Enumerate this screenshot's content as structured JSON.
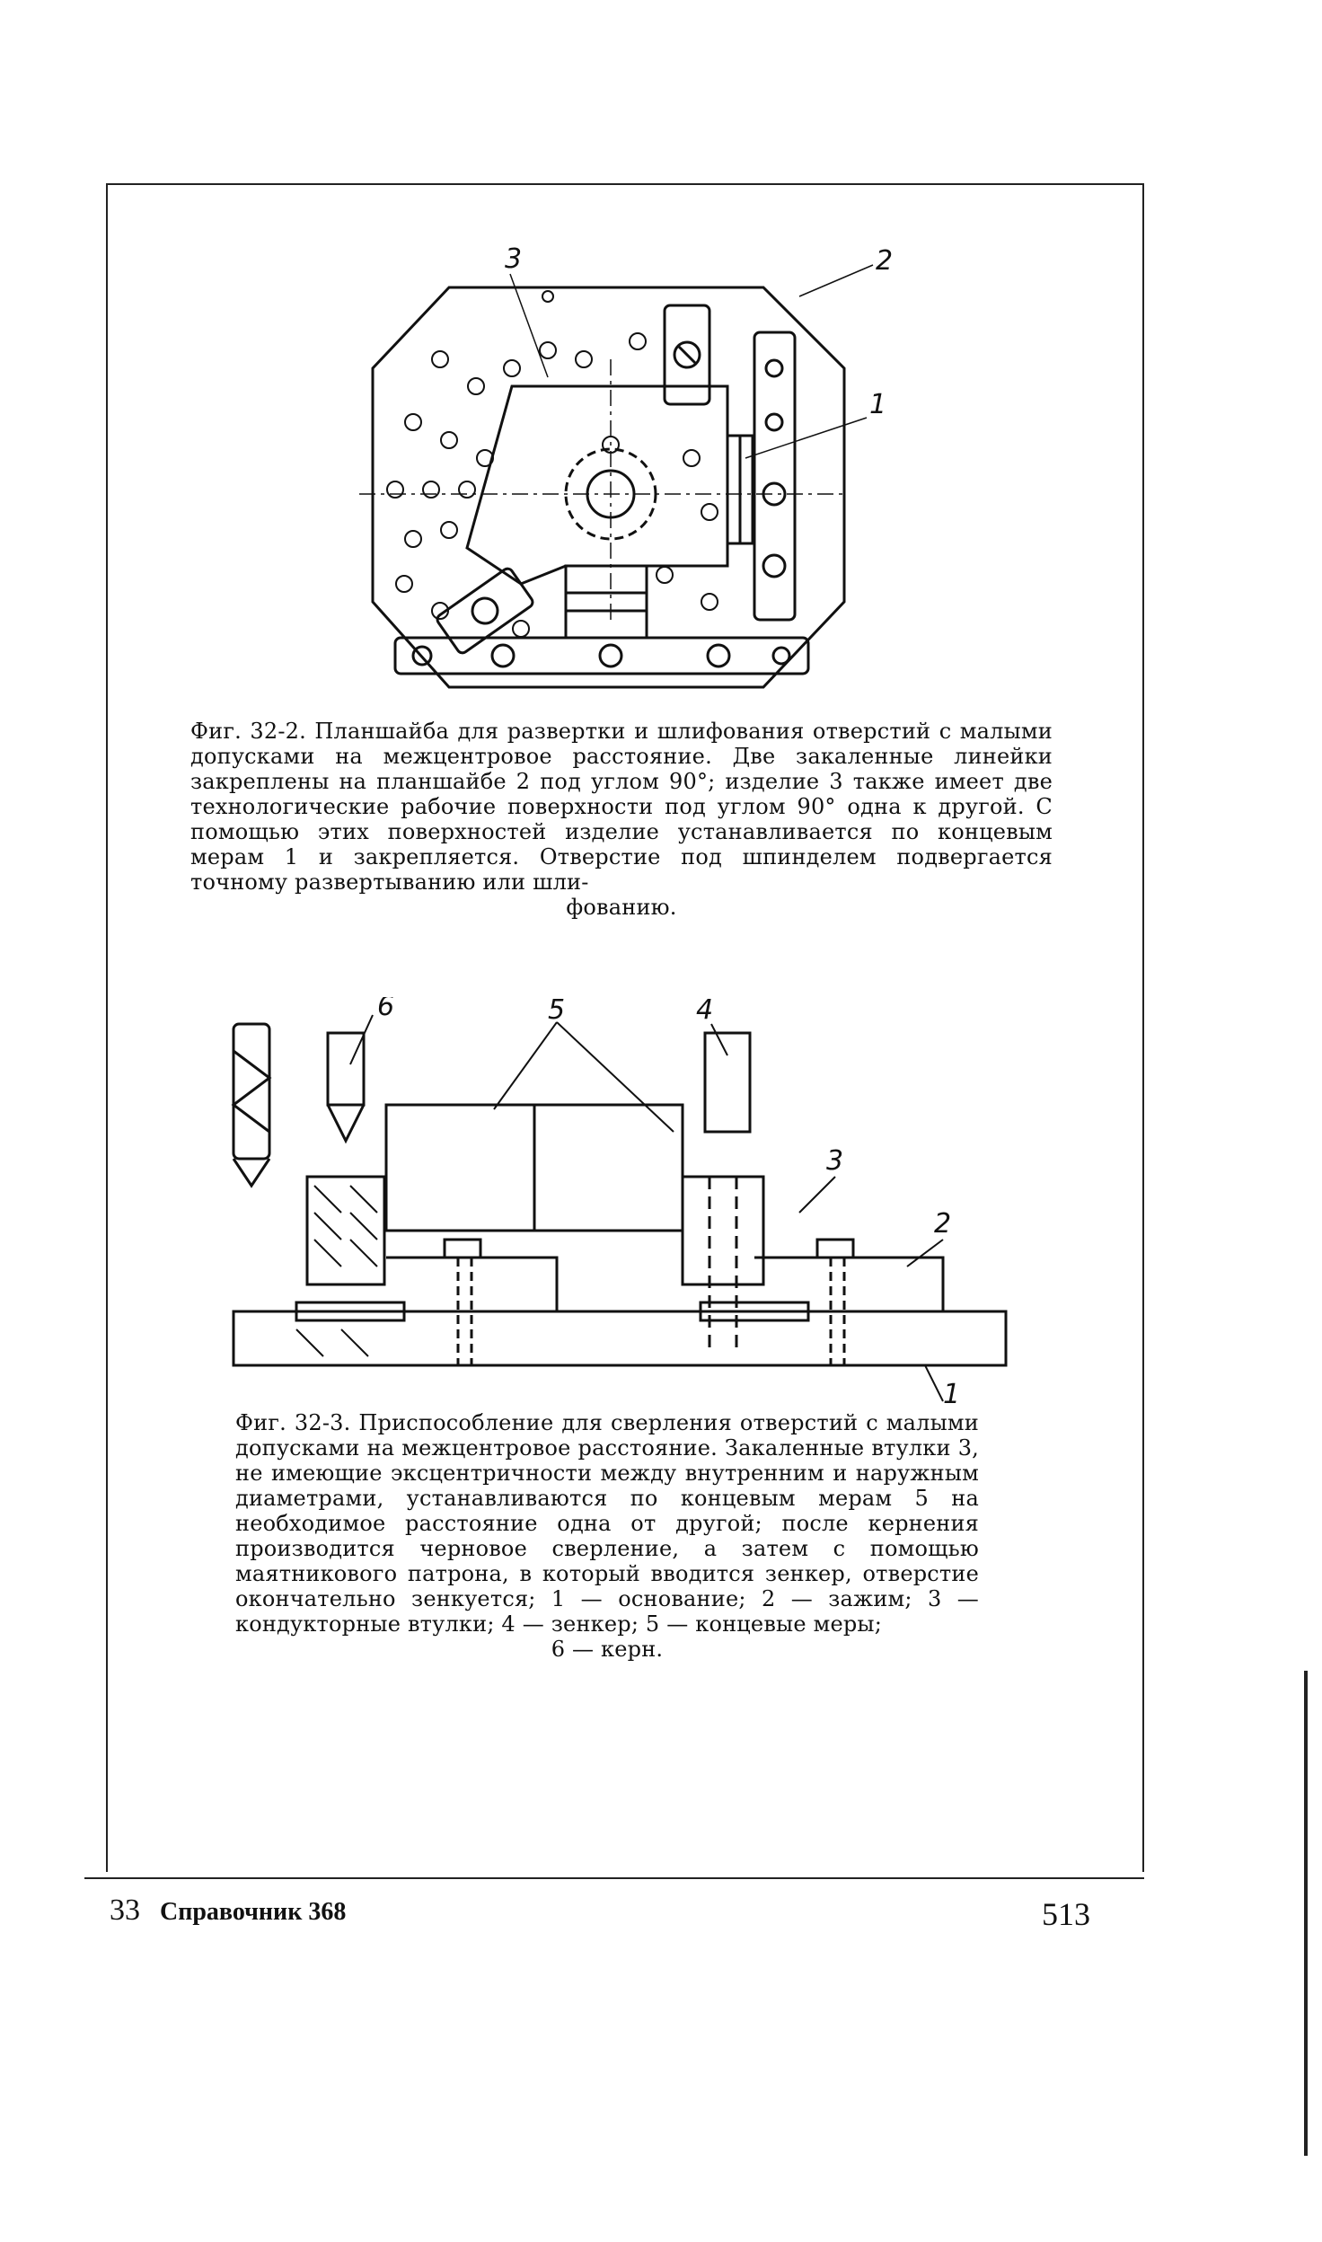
{
  "figure1": {
    "labels": {
      "l3": "3",
      "l2": "2",
      "l1": "1"
    },
    "caption_main": "Фиг. 32-2. Планшайба для развертки и шлифования отверстий с малыми допусками на межцентровое расстояние. Две закаленные линейки закреплены на планшайбе 2 под углом 90°; изделие 3 также имеет две технологические рабочие поверхности под углом 90° одна к другой. С помощью этих поверхностей изделие устанавливается по концевым мерам 1 и закрепляется. Отверстие под шпинделем подвергается точному развертыванию или шли-",
    "caption_last": "фованию."
  },
  "figure2": {
    "labels": {
      "l6": "6",
      "l5": "5",
      "l4": "4",
      "l3": "3",
      "l2": "2",
      "l1": "1"
    },
    "caption_main": "Фиг. 32-3. Приспособление для сверления отверстий с малыми допусками на межцентровое расстояние. Закаленные втулки 3, не имеющие эксцентричности между внутренним и наружным диаметрами, устанавливаются по концевым мерам 5 на необходимое расстояние одна от другой; после кернения производится черновое сверление, а затем с помощью маятникового патрона, в который вводится зенкер, отверстие окончательно зенкуется; 1 — основание; 2 — зажим; 3 — кондукторные втулки; 4 — зенкер; 5 — концевые меры;",
    "caption_last": "6 — керн."
  },
  "footer": {
    "sheet_number": "33",
    "book": "Справочник 368",
    "page_number": "513"
  }
}
